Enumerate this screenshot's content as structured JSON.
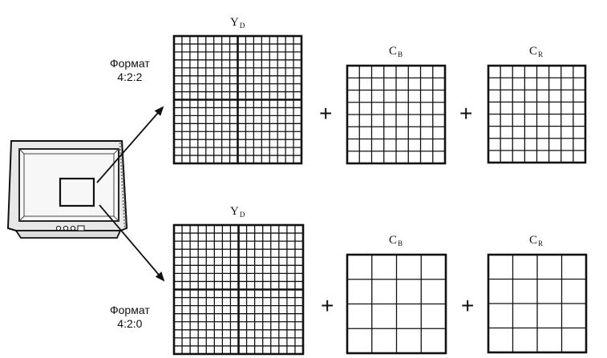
{
  "rows": [
    {
      "format": {
        "line1": "Формат",
        "line2": "4:2:2"
      },
      "components": [
        {
          "main": "Y",
          "sub": "D",
          "cells": 16
        },
        {
          "main": "C",
          "sub": "B",
          "cells": 8
        },
        {
          "main": "C",
          "sub": "R",
          "cells": 8
        }
      ]
    },
    {
      "format": {
        "line1": "Формат",
        "line2": "4:2:0"
      },
      "components": [
        {
          "main": "Y",
          "sub": "D",
          "cells": 16
        },
        {
          "main": "C",
          "sub": "B",
          "cells": 4
        },
        {
          "main": "C",
          "sub": "R",
          "cells": 4
        }
      ]
    }
  ],
  "operator": "+"
}
